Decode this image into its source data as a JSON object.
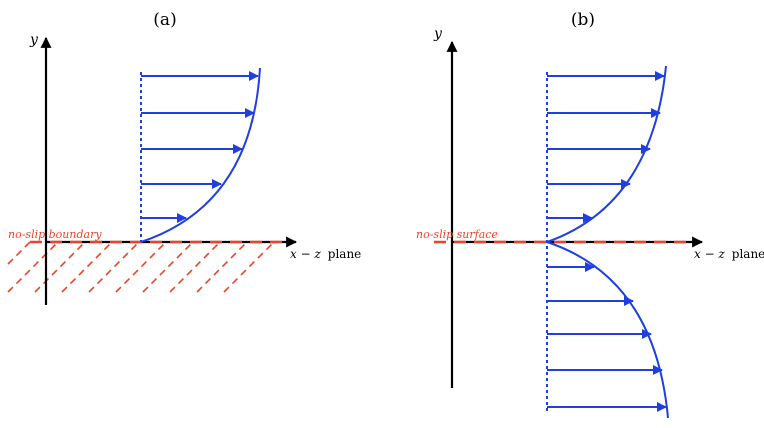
{
  "panel_a": {
    "label": "(a)",
    "y_axis": "y",
    "x_axis_var": "x − z",
    "x_axis_word": "plane",
    "boundary_label": "no-slip boundary"
  },
  "panel_b": {
    "label": "(b)",
    "y_axis": "y",
    "x_axis_var": "x − z",
    "x_axis_word": "plane",
    "boundary_label": "no-slip surface"
  },
  "colors": {
    "profile": "#1f3fe0",
    "boundary": "#e8452c",
    "axes": "#000000"
  }
}
